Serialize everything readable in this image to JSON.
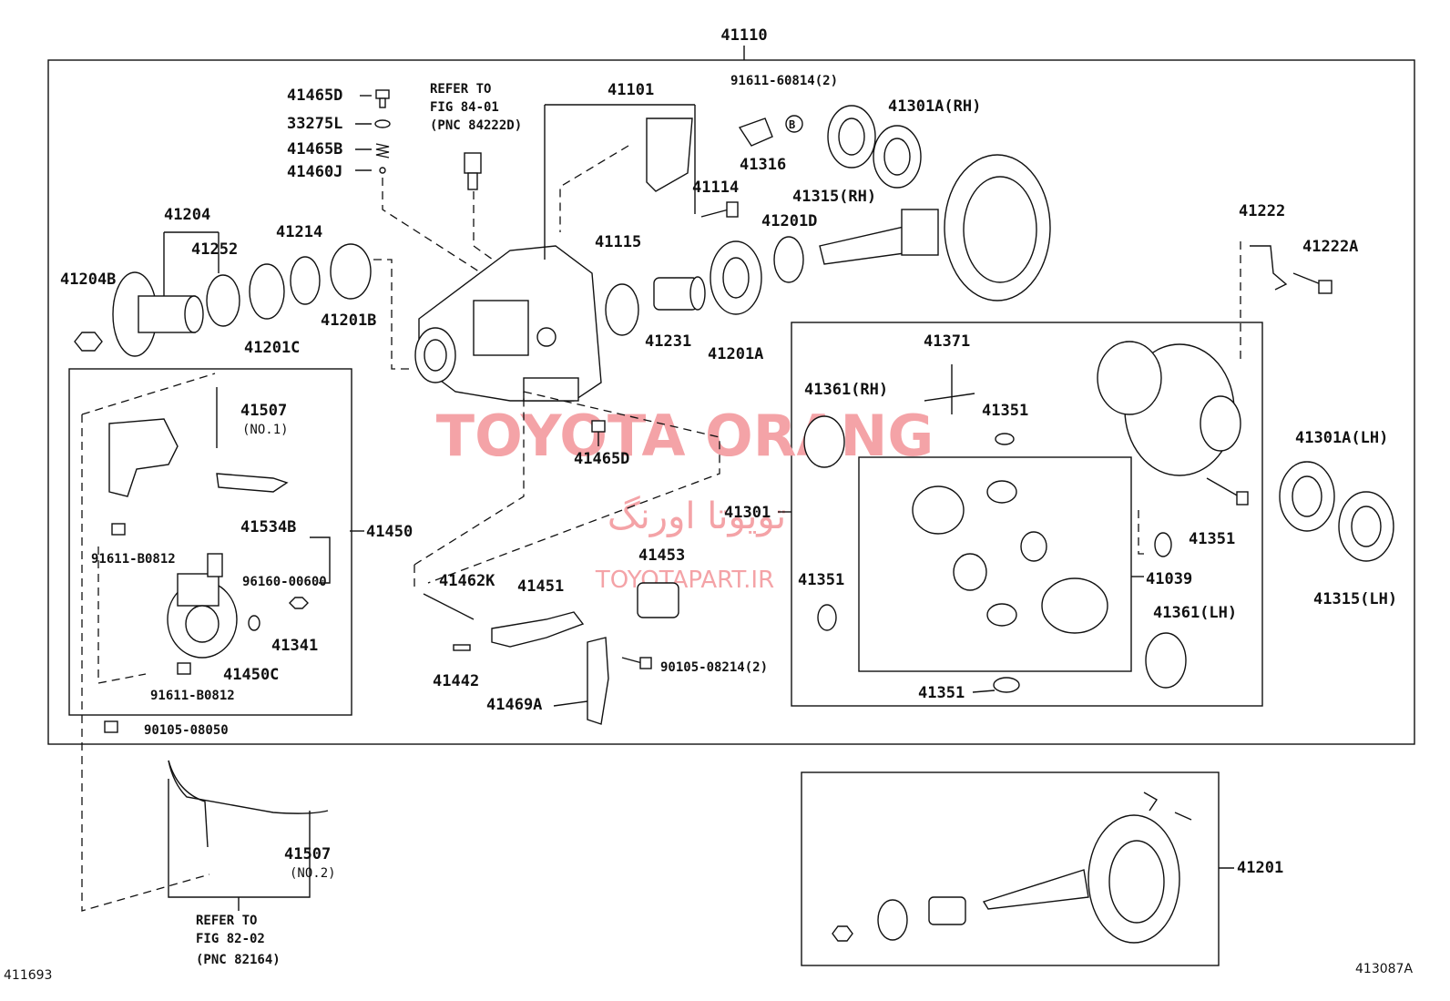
{
  "title_part": "41110",
  "corner_left": "411693",
  "corner_right": "413087A",
  "watermark": {
    "main": "TOYOTA ORANG",
    "persian": "تویوتا اورنگ",
    "site": "TOYOTAPART.IR"
  },
  "refer_top": [
    "REFER TO",
    "FIG 84-01",
    "(PNC 84222D)"
  ],
  "refer_bottom": [
    "REFER TO",
    "FIG 82-02",
    "(PNC 82164)"
  ],
  "labels": {
    "p41465D_top": "41465D",
    "p33275L": "33275L",
    "p41465B": "41465B",
    "p41460J": "41460J",
    "p41101": "41101",
    "p91611_60814": "91611-60814(2)",
    "p41301A_RH": "41301A(RH)",
    "p41316": "41316",
    "p41114": "41114",
    "p41315_RH": "41315(RH)",
    "p41204": "41204",
    "p41252": "41252",
    "p41214": "41214",
    "p41204B": "41204B",
    "p41201C": "41201C",
    "p41201B": "41201B",
    "p41115": "41115",
    "p41201D": "41201D",
    "p41231": "41231",
    "p41201A": "41201A",
    "p41222": "41222",
    "p41222A": "41222A",
    "p41371": "41371",
    "p41361_RH": "41361(RH)",
    "p41351_a": "41351",
    "p41301A_LH": "41301A(LH)",
    "p41507_1": "41507",
    "p41507_1_sub": "(NO.1)",
    "p41534B": "41534B",
    "p41450": "41450",
    "p91611_B0812_a": "91611-B0812",
    "p96160_00600": "96160-00600",
    "p41341": "41341",
    "p41450C": "41450C",
    "p91611_B0812_b": "91611-B0812",
    "p90105_08050": "90105-08050",
    "p41465D_mid": "41465D",
    "p41301": "41301",
    "p41351_b": "41351",
    "p41039": "41039",
    "p41315_LH": "41315(LH)",
    "p41351_c": "41351",
    "p41361_LH": "41361(LH)",
    "p41351_d": "41351",
    "p41453": "41453",
    "p41462K": "41462K",
    "p41451": "41451",
    "p90105_08214": "90105-08214(2)",
    "p41442": "41442",
    "p41469A": "41469A",
    "p41507_2": "41507",
    "p41507_2_sub": "(NO.2)",
    "p41201": "41201"
  },
  "icons": [
    "bolt-icon",
    "washer-icon",
    "spring-icon",
    "ball-icon",
    "bearing-icon",
    "gear-icon",
    "flange-icon",
    "housing-icon",
    "sensor-icon",
    "cable-icon"
  ]
}
